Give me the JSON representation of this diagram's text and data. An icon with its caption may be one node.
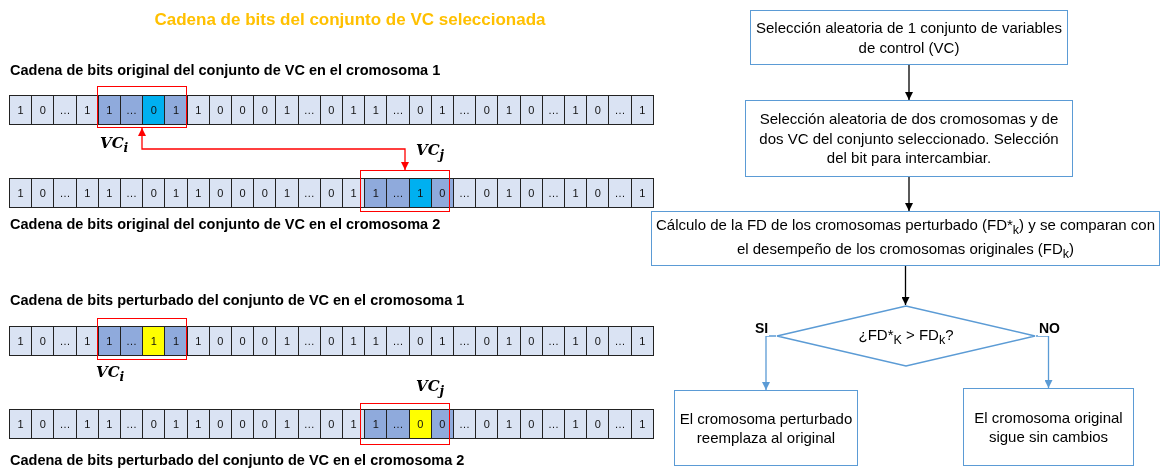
{
  "diagram": {
    "title": "Cadena de bits del conjunto de VC seleccionada",
    "nodes": [
      {
        "text": [],
        "shape": "box",
        "beside": [
          "VC$_{i}$"
        ]
      },
      {
        "text": [],
        "shape": "box",
        "beside": [
          "VC$_{j}$"
        ]
      },
      {
        "text": [],
        "shape": "box",
        "beside": [
          "VC$_{i}$"
        ]
      },
      {
        "text": [],
        "shape": "box",
        "beside": [
          "VC$_{j}$"
        ]
      },
      {
        "text": [
          "Selección aleatoria de 1 conjunto de variables de control (VC)"
        ]
      },
      {
        "text": [
          "Selección aleatoria de dos cromosomas y de dos VC del conjunto seleccionado. Selección del bit para intercambiar."
        ]
      },
      {
        "text": [
          "Cálculo de la FD de los cromosomas perturbado (FD*$_{k}$) y se comparan con el desempeño de los cromosomas originales (FD$_{k}$)"
        ]
      },
      {
        "text": [
          "¿FD*$_{K}$ > FD$_{k}$?"
        ]
      },
      {
        "text": [
          "El cromosoma perturbado reemplaza al original"
        ]
      },
      {
        "text": [
          "El cromosoma original sigue sin cambios"
        ]
      }
    ],
    "edges": [
      {
        "from": 0,
        "to": 1,
        "arrow": "both",
        "color": "#ff0000"
      },
      {
        "from": 4,
        "to": 5,
        "arrow": "to"
      },
      {
        "from": 5,
        "to": 6,
        "arrow": "to"
      },
      {
        "from": 6,
        "to": 7,
        "arrow": "to"
      },
      {
        "from": 7,
        "to": 8,
        "arrow": "to",
        "label": "SI",
        "color": "#5b9bd5"
      },
      {
        "from": 7,
        "to": 9,
        "arrow": "to",
        "label": "NO",
        "color": "#5b9bd5"
      }
    ],
    "labels": [
      "Cadena de bits original del conjunto de VC en el cromosoma 1",
      "1",
      "0",
      "…",
      "1",
      "1",
      "…",
      "0",
      "1",
      "1",
      "0",
      "0",
      "0",
      "1",
      "…",
      "0",
      "1",
      "1",
      "…",
      "0",
      "1",
      "…",
      "0",
      "1",
      "0",
      "…",
      "1",
      "0",
      "…",
      "1",
      "1",
      "0",
      "…",
      "1",
      "1",
      "…",
      "0",
      "1",
      "1",
      "0",
      "0",
      "0",
      "1",
      "…",
      "0",
      "1",
      "1",
      "…",
      "1",
      "0",
      "…",
      "0",
      "1",
      "0",
      "…",
      "1",
      "0",
      "…",
      "1",
      "Cadena de bits original del conjunto de VC en el cromosoma 2",
      "Cadena de bits perturbado del conjunto de VC en el cromosoma 1",
      "1",
      "0",
      "…",
      "1",
      "1",
      "…",
      "1",
      "1",
      "1",
      "0",
      "0",
      "0",
      "1",
      "…",
      "0",
      "1",
      "1",
      "…",
      "0",
      "1",
      "…",
      "0",
      "1",
      "0",
      "…",
      "1",
      "0",
      "…",
      "1",
      "1",
      "0",
      "…",
      "1",
      "1",
      "…",
      "0",
      "1",
      "1",
      "0",
      "0",
      "0",
      "1",
      "…",
      "0",
      "1",
      "1",
      "…",
      "0",
      "0",
      "…",
      "0",
      "1",
      "0",
      "…",
      "1",
      "0",
      "…",
      "1",
      "Cadena de bits perturbado del conjunto de VC en el cromosoma 2"
    ]
  }
}
